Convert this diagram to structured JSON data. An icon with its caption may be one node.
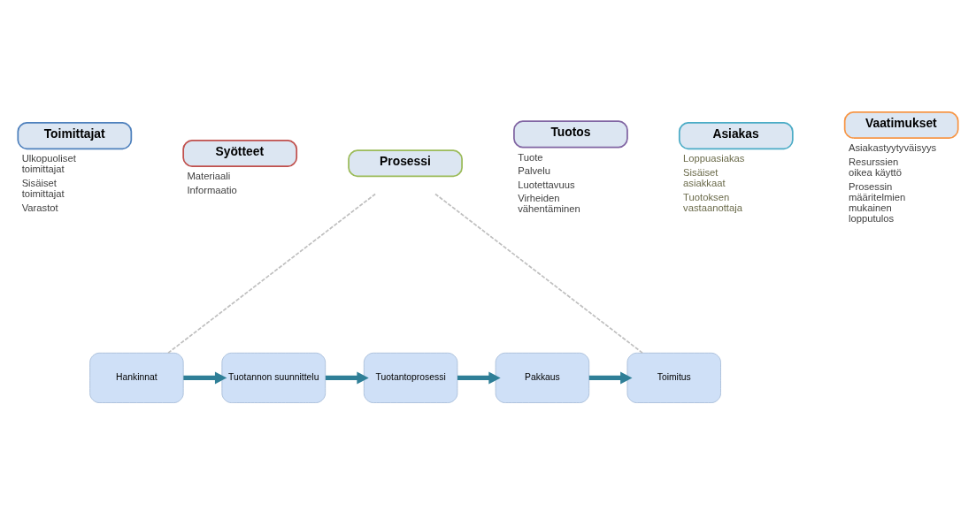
{
  "diagram": {
    "nodes": [
      {
        "text": [
          "Toimittajat"
        ],
        "beside": [
          "Ulkopuoliset toimittajat",
          "Sisäiset toimittajat",
          "Varastot"
        ]
      },
      {
        "text": [
          "Syötteet"
        ],
        "beside": [
          "Materiaali",
          "Informaatio"
        ]
      },
      {
        "text": [
          "Prosessi"
        ]
      },
      {
        "text": [
          "Tuotos"
        ],
        "beside": [
          "Tuote",
          "Palvelu",
          "Luotettavuus",
          "Virheiden vähentäminen"
        ]
      },
      {
        "text": [
          "Asiakas"
        ],
        "beside": [
          "Loppuasiakas",
          "Sisäiset asiakkaat",
          "Tuotoksen vastaanottaja"
        ]
      },
      {
        "text": [
          "Vaatimukset"
        ],
        "beside": [
          "Asiakastyytyväisyys",
          "Resurssien oikea käyttö",
          "Prosessin määritelmien mukainen lopputulos"
        ]
      },
      {
        "text": [
          "Hankinnat"
        ]
      },
      {
        "text": [
          "Tuotannon suunnittelu"
        ]
      },
      {
        "text": [
          "Tuotantoprosessi"
        ]
      },
      {
        "text": [
          "Pakkaus"
        ]
      },
      {
        "text": [
          "Toimitus"
        ]
      }
    ],
    "edges": [
      {
        "from": 2,
        "to": 6,
        "arrow": "none",
        "style": "dashed",
        "color": "#c0c0c0"
      },
      {
        "from": 2,
        "to": 10,
        "arrow": "none",
        "style": "dashed",
        "color": "#c0c0c0"
      },
      {
        "from": 6,
        "to": 7,
        "arrow": "to"
      },
      {
        "from": 7,
        "to": 8,
        "arrow": "to"
      },
      {
        "from": 8,
        "to": 9,
        "arrow": "to"
      },
      {
        "from": 9,
        "to": 10,
        "arrow": "to"
      }
    ]
  }
}
